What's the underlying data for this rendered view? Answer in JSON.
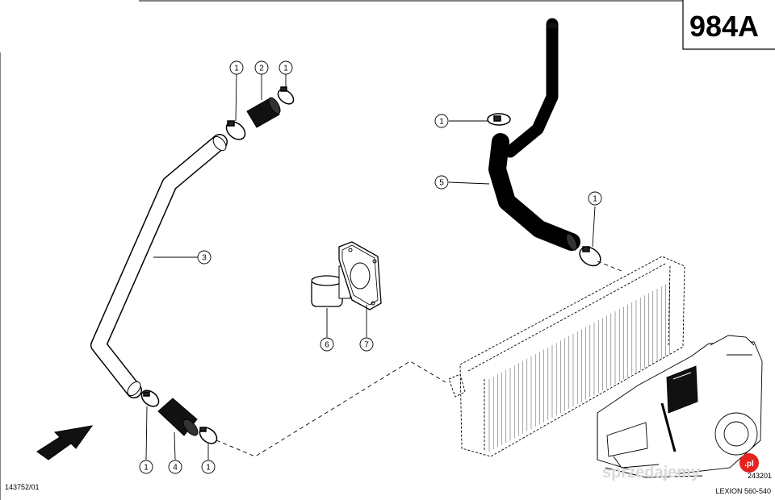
{
  "page_number": "984A",
  "drawing_ref": "143752/01",
  "inset_ref": "243201",
  "model": "LEXION 560-540",
  "watermark": {
    "text": "sprzedajemy",
    "badge": ".pl",
    "badge_color": "#e4231f"
  },
  "callouts": [
    {
      "id": "c1a",
      "label": "1"
    },
    {
      "id": "c2",
      "label": "2"
    },
    {
      "id": "c1b",
      "label": "1"
    },
    {
      "id": "c3",
      "label": "3"
    },
    {
      "id": "c1c",
      "label": "1"
    },
    {
      "id": "c4",
      "label": "4"
    },
    {
      "id": "c1d",
      "label": "1"
    },
    {
      "id": "c6",
      "label": "6"
    },
    {
      "id": "c7",
      "label": "7"
    },
    {
      "id": "c1e",
      "label": "1"
    },
    {
      "id": "c5",
      "label": "5"
    },
    {
      "id": "c1f",
      "label": "1"
    }
  ]
}
